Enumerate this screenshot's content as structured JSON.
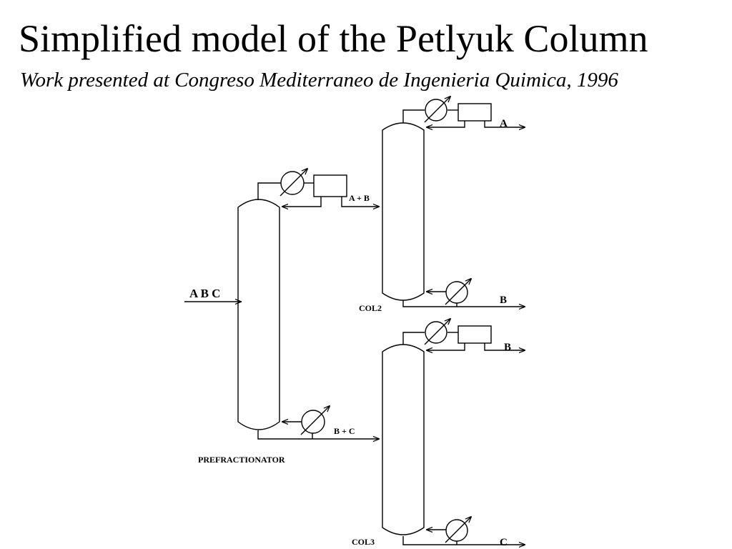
{
  "title": "Simplified model of the Petlyuk Column",
  "subtitle": "Work presented at Congreso Mediterraneo de Ingenieria Quimica, 1996",
  "diagram": {
    "feed_label": "A B C",
    "top_stream_label": "A + B",
    "bottom_stream_label": "B + C",
    "prefractionator_label": "PREFRACTIONATOR",
    "col2": {
      "name": "COL2",
      "top_product": "A",
      "bottom_product": "B"
    },
    "col3": {
      "name": "COL3",
      "top_product": "B",
      "bottom_product": "C"
    }
  }
}
